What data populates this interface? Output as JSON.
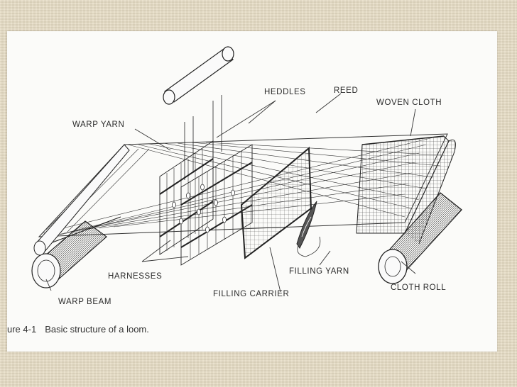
{
  "labels": {
    "heddles": "HEDDLES",
    "reed": "REED",
    "woven_cloth": "WOVEN CLOTH",
    "warp_yarn": "WARP YARN",
    "harnesses": "HARNESSES",
    "filling_yarn": "FILLING YARN",
    "filling_carrier": "FILLING CARRIER",
    "cloth_roll": "CLOTH ROLL",
    "warp_beam": "WARP BEAM"
  },
  "caption": {
    "number": "ure 4-1",
    "text": "Basic structure of a loom."
  }
}
